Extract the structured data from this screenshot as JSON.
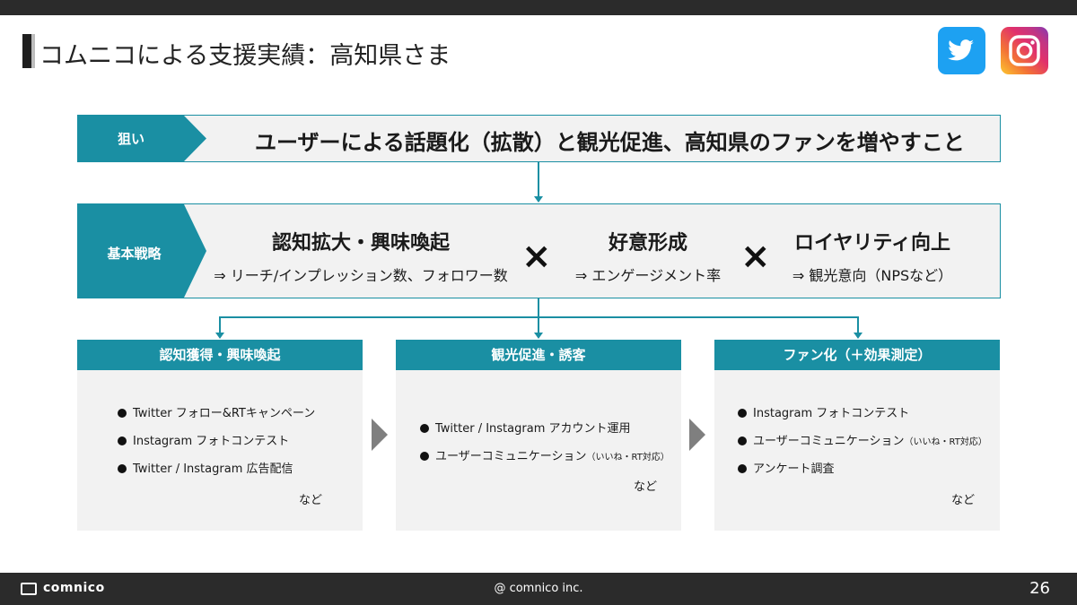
{
  "header": {
    "title": "コムニコによる支援実績：高知県さま"
  },
  "social_icons": [
    "twitter-icon",
    "instagram-icon"
  ],
  "aim": {
    "tag": "狙い",
    "text": "ユーザーによる話題化（拡散）と観光促進、高知県のファンを増やすこと"
  },
  "strategy": {
    "tag": "基本戦略",
    "items": [
      {
        "title": "認知拡大・興味喚起",
        "sub": "⇒ リーチ/インプレッション数、フォロワー数"
      },
      {
        "title": "好意形成",
        "sub": "⇒ エンゲージメント率"
      },
      {
        "title": "ロイヤリティ向上",
        "sub": "⇒ 観光意向（NPSなど）"
      }
    ],
    "operator": "×"
  },
  "boxes": [
    {
      "heading": "認知獲得・興味喚起",
      "items": [
        "Twitter フォロー&RTキャンペーン",
        "Instagram フォトコンテスト",
        "Twitter / Instagram 広告配信"
      ],
      "note": "など"
    },
    {
      "heading": "観光促進・誘客",
      "items": [
        "Twitter / Instagram アカウント運用",
        "ユーザーコミュニケーション"
      ],
      "item_suffix": "（いいね・RT対応）",
      "note": "など"
    },
    {
      "heading": "ファン化（＋効果測定）",
      "items": [
        "Instagram フォトコンテスト",
        "ユーザーコミュニケーション",
        "アンケート調査"
      ],
      "item_suffix": "（いいね・RT対応）",
      "note": "など"
    }
  ],
  "footer": {
    "logo": "comnico",
    "copyright": "@ comnico inc.",
    "page_number": "26"
  },
  "colors": {
    "accent": "#1a8fa3",
    "dark_bar": "#2b2b2b",
    "panel": "#f2f2f2",
    "twitter": "#1da1f2"
  }
}
